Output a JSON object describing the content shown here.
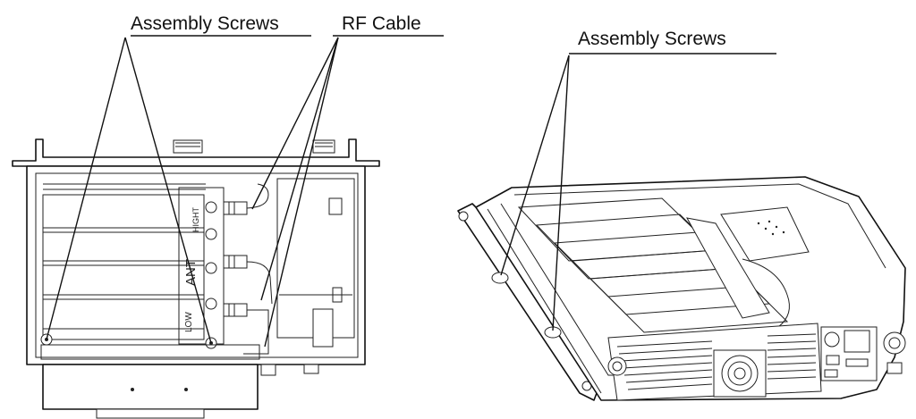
{
  "labels": {
    "left_assembly_screws": "Assembly Screws",
    "rf_cable": "RF Cable",
    "right_assembly_screws": "Assembly Screws"
  },
  "figure_marks": {
    "ant": "ANT",
    "high": "HIGHT",
    "low": "LOW"
  }
}
